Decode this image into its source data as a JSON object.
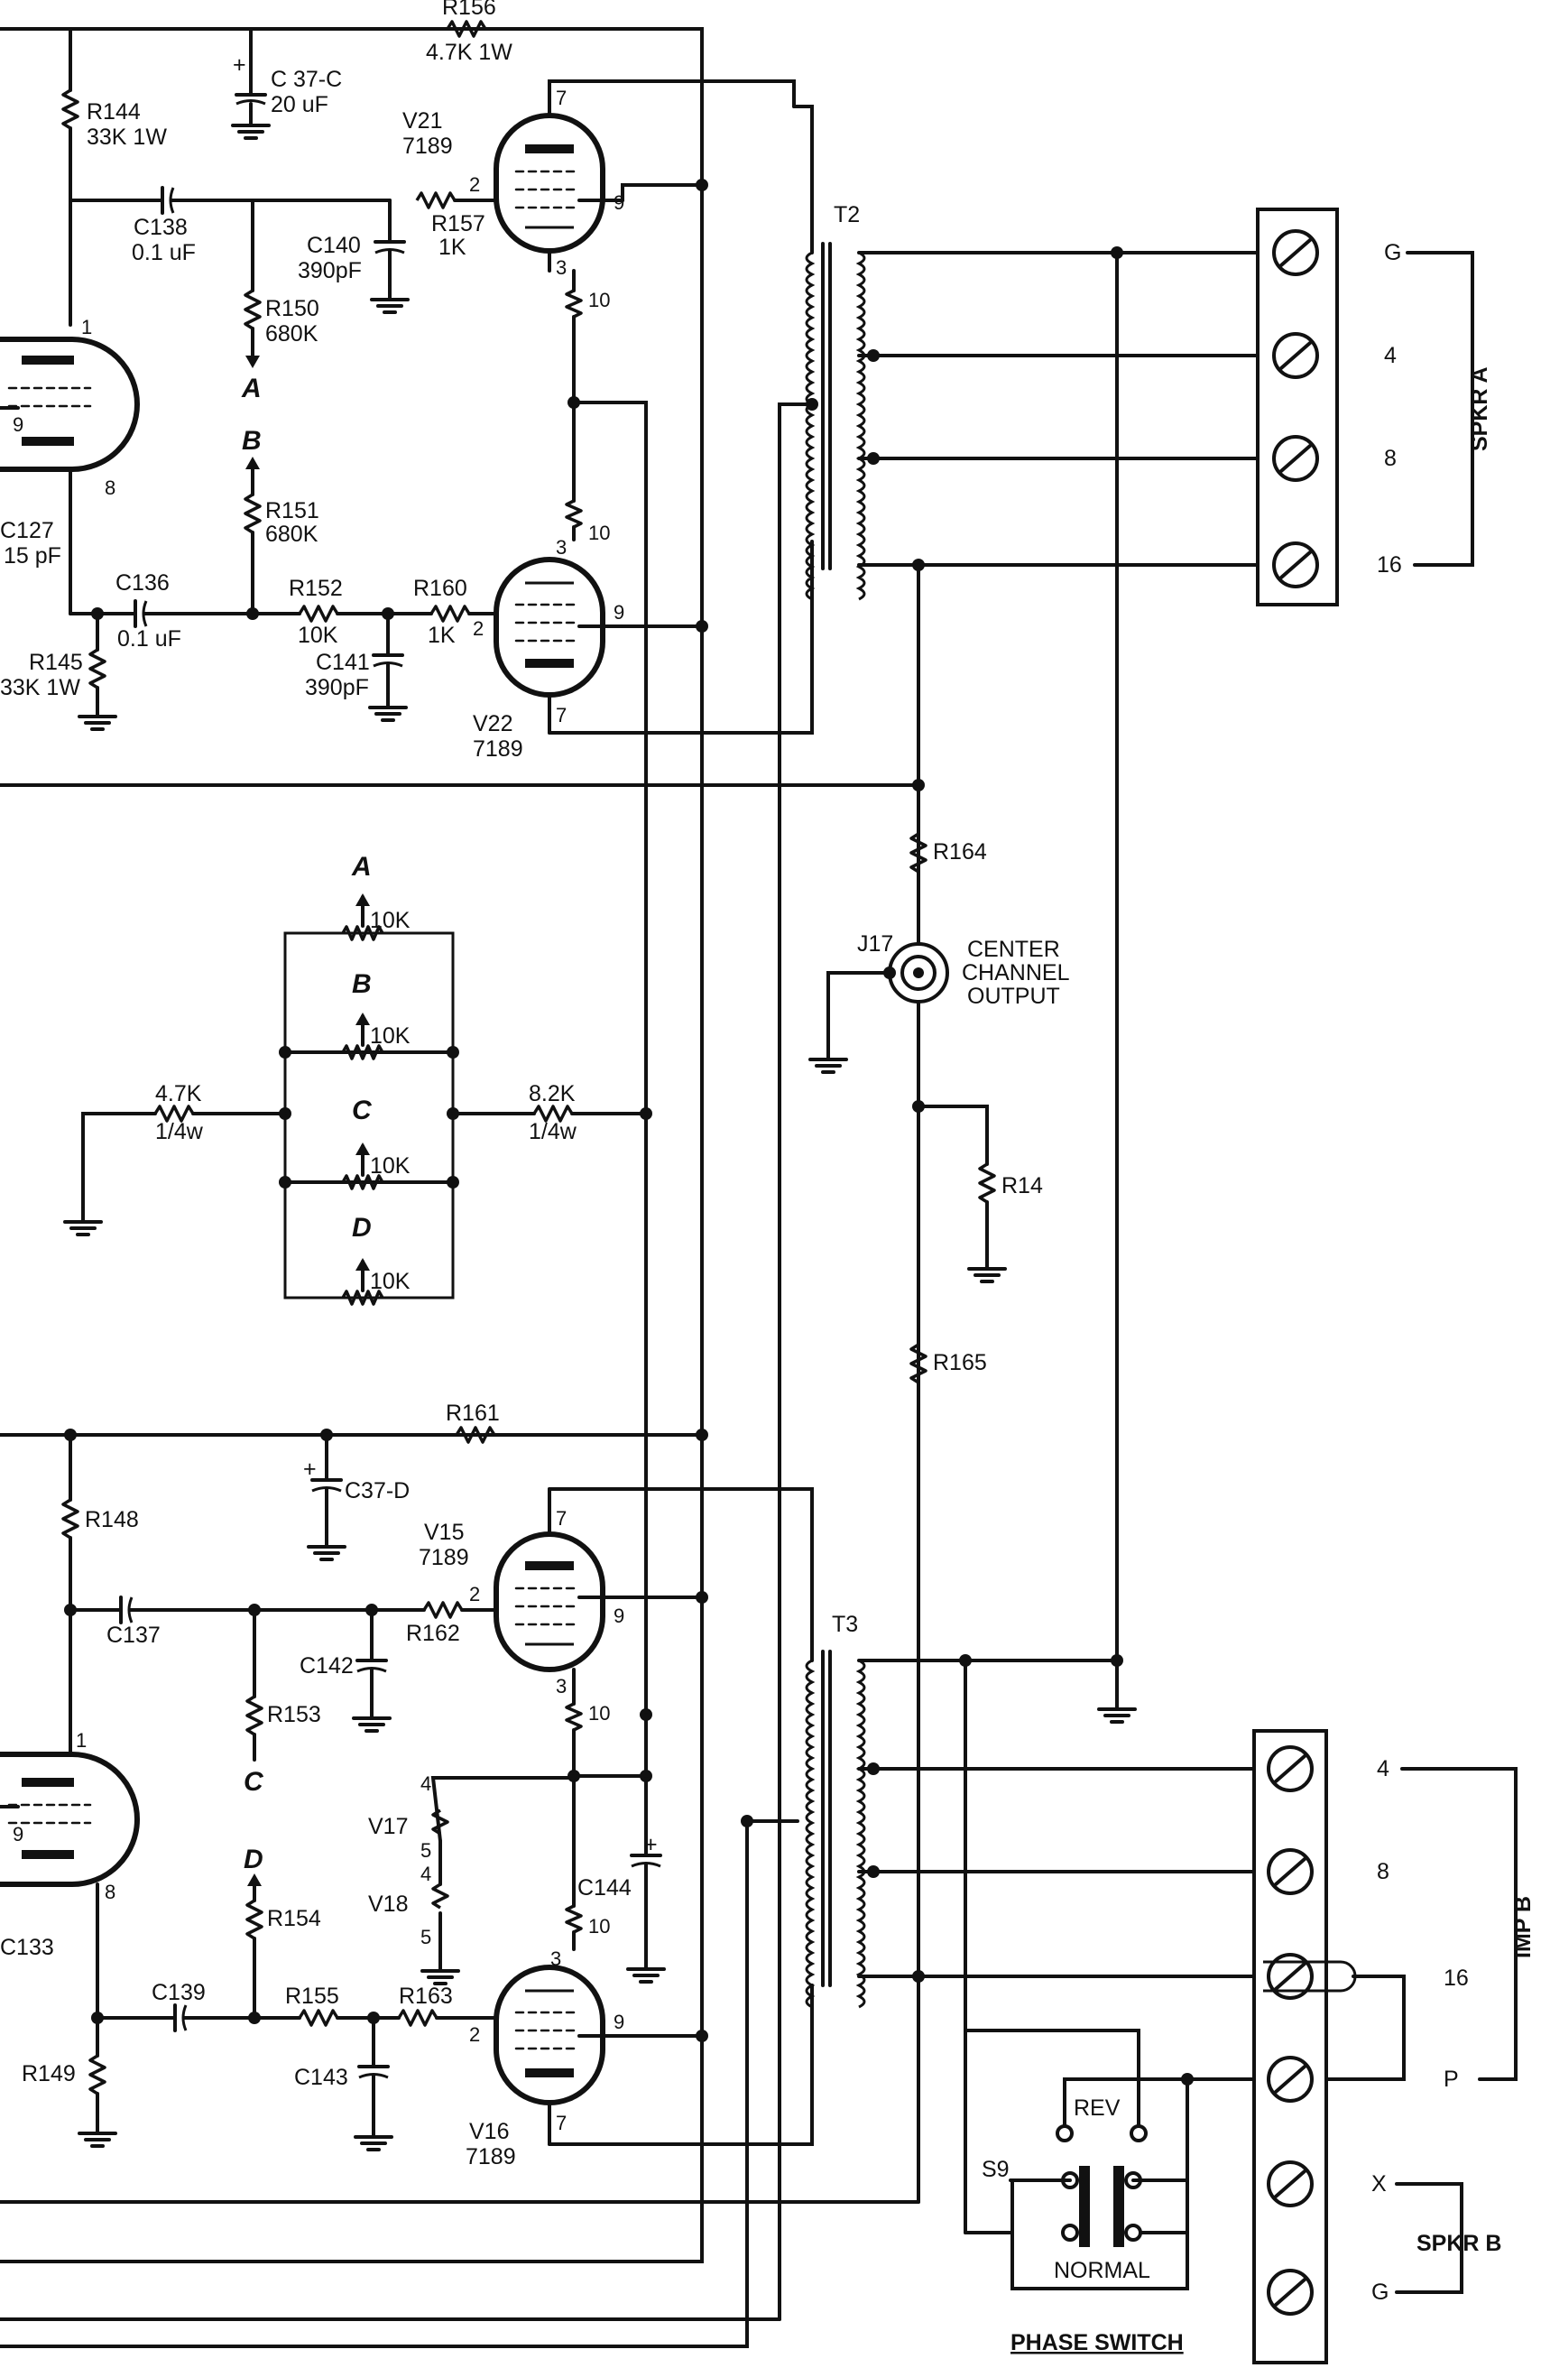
{
  "labels": {
    "r156": "R156",
    "r156_val": "4.7K 1W",
    "c37c": "C 37-C",
    "c37c_val": "20 uF",
    "r144": "R144",
    "r144_val": "33K 1W",
    "v21": "V21",
    "v21_type": "7189",
    "c138": "C138",
    "c138_val": "0.1 uF",
    "c140": "C140",
    "c140_val": "390pF",
    "r157": "R157",
    "r157_val": "1K",
    "r150": "R150",
    "r150_val": "680K",
    "r151": "R151",
    "r151_val": "680K",
    "c127": "C127",
    "c127_val": "15 pF",
    "c136": "C136",
    "c136_val": "0.1 uF",
    "r152": "R152",
    "r152_val": "10K",
    "r160": "R160",
    "r160_val": "1K",
    "c141": "C141",
    "c141_val": "390pF",
    "r145": "R145",
    "r145_val": "33K 1W",
    "v22": "V22",
    "v22_type": "7189",
    "t2": "T2",
    "t3": "T3",
    "spkr_a": "SPKR A",
    "term_a": [
      "G",
      "4",
      "8",
      "16"
    ],
    "r164": "R164",
    "r165": "R165",
    "r14": "R14",
    "j17": "J17",
    "center_out": [
      "CENTER",
      "CHANNEL",
      "OUTPUT"
    ],
    "pot_val": "10K",
    "pot_letters": [
      "A",
      "B",
      "C",
      "D"
    ],
    "r_left_val": "4.7K",
    "r_left_w": "1/4w",
    "r_right_val": "8.2K",
    "r_right_w": "1/4w",
    "r161": "R161",
    "c37d": "C37-D",
    "r148": "R148",
    "v15": "V15",
    "v15_type": "7189",
    "c137": "C137",
    "c142": "C142",
    "r162": "R162",
    "r153": "R153",
    "v17": "V17",
    "v18": "V18",
    "c144": "C144",
    "c133": "C133",
    "c139": "C139",
    "r155": "R155",
    "r163": "R163",
    "r154": "R154",
    "c143": "C143",
    "r149": "R149",
    "v16": "V16",
    "v16_type": "7189",
    "imp_b": "IMP B",
    "term_b": [
      "4",
      "8",
      "16",
      "P",
      "X",
      "G"
    ],
    "spkr_b": "SPKR B",
    "s9": "S9",
    "rev": "REV",
    "normal": "NORMAL",
    "phase_switch": "PHASE SWITCH",
    "pin_1": "1",
    "pin_2": "2",
    "pin_3": "3",
    "pin_4": "4",
    "pin_5": "5",
    "pin_7": "7",
    "pin_8": "8",
    "pin_9": "9",
    "pin_10": "10",
    "plus": "+"
  }
}
